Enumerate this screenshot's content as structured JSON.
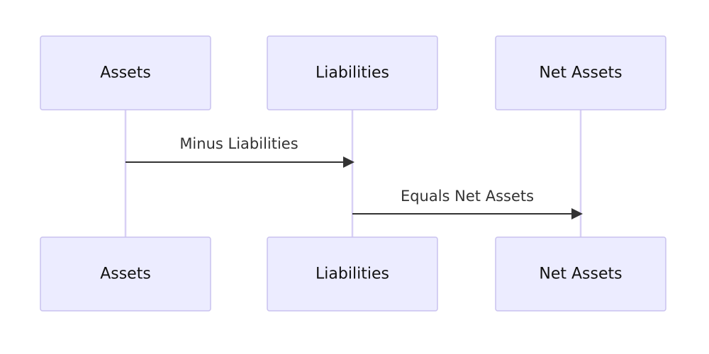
{
  "participants": [
    {
      "id": "assets",
      "label": "Assets"
    },
    {
      "id": "liabilities",
      "label": "Liabilities"
    },
    {
      "id": "net_assets",
      "label": "Net Assets"
    }
  ],
  "messages": [
    {
      "from": "assets",
      "to": "liabilities",
      "label": "Minus Liabilities"
    },
    {
      "from": "liabilities",
      "to": "net_assets",
      "label": "Equals Net Assets"
    }
  ],
  "colors": {
    "actor_fill": "#ececff",
    "actor_border": "#c9c2ef",
    "lifeline": "#d8d0f5",
    "message": "#333333"
  }
}
